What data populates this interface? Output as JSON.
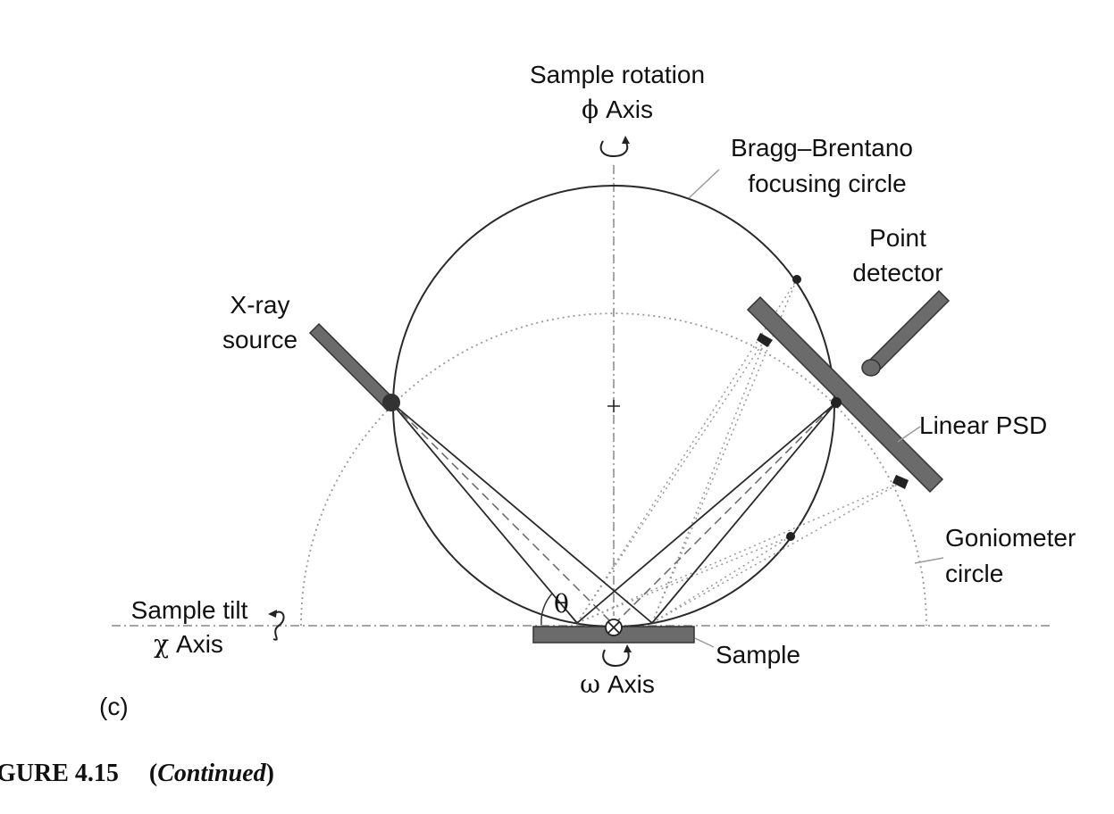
{
  "labels": {
    "sample_rotation": "Sample rotation",
    "phi_symbol": "ϕ",
    "phi_axis": "Axis",
    "bragg_line1": "Bragg–Brentano",
    "bragg_line2": "focusing circle",
    "point_line1": "Point",
    "point_line2": "detector",
    "xray_line1": "X-ray",
    "xray_line2": "source",
    "linear_psd": "Linear PSD",
    "gonio_line1": "Goniometer",
    "gonio_line2": "circle",
    "tilt_line1": "Sample tilt",
    "chi_symbol": "χ",
    "chi_axis": "Axis",
    "theta": "θ",
    "sample": "Sample",
    "omega_symbol": "ω",
    "omega_axis": "Axis",
    "panel": "(c)"
  },
  "caption": {
    "prefix": "GURE 4.15",
    "open": "(",
    "continued": "Continued",
    "close": ")"
  },
  "colors": {
    "line": "#2a2a2a",
    "component_fill": "#6b6b6b",
    "dotted": "#999999"
  }
}
